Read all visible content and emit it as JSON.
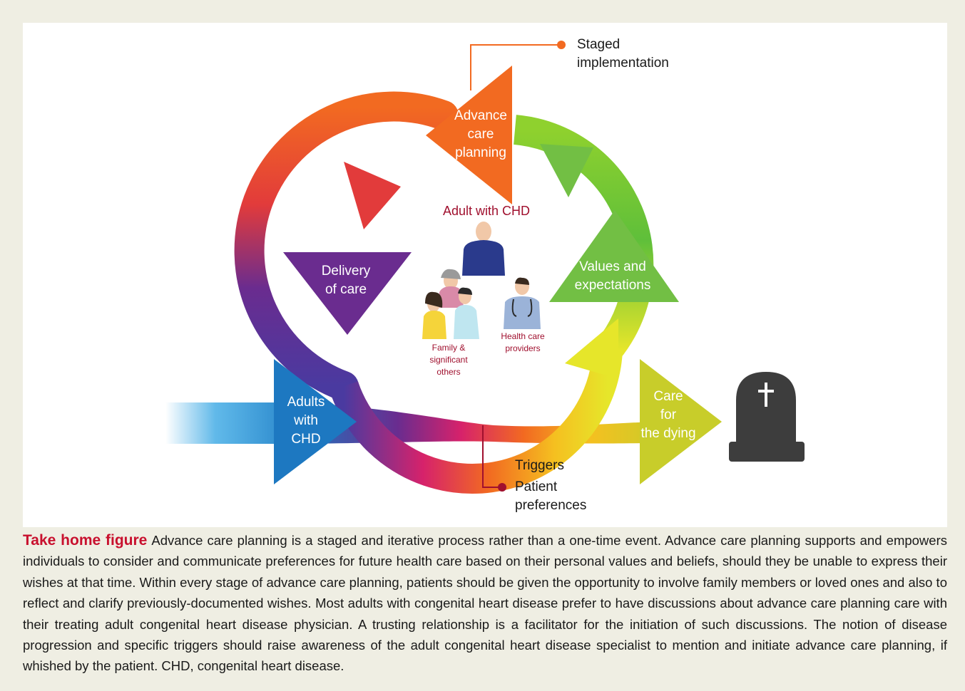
{
  "diagram": {
    "stages": {
      "adults_with_chd": [
        "Adults",
        "with",
        "CHD"
      ],
      "delivery_of_care": [
        "Delivery",
        "of care"
      ],
      "advance_care_planning": [
        "Advance",
        "care",
        "planning"
      ],
      "values_and_expectations": [
        "Values and",
        "expectations"
      ],
      "care_for_the_dying": [
        "Care",
        "for",
        "the dying"
      ]
    },
    "callouts": {
      "staged_implementation": [
        "Staged",
        "implementation"
      ],
      "triggers": "Triggers",
      "patient_preferences": [
        "Patient",
        "preferences"
      ]
    },
    "center": {
      "title": "Adult with CHD",
      "family": [
        "Family &",
        "significant",
        "others"
      ],
      "providers": [
        "Health care",
        "providers"
      ]
    },
    "colors": {
      "orange": "#f26a21",
      "red": "#e23b3b",
      "purple": "#6a2c8f",
      "blue": "#1d78c1",
      "green": "#72bf44",
      "yellow": "#c8cd2a",
      "dark_red": "#a0102e",
      "caption_label": "#c8102e"
    }
  },
  "caption": {
    "label": "Take home figure",
    "text": "Advance care planning is a staged and iterative process rather than a one-time event. Advance care planning supports and empowers individuals to consider and communicate preferences for future health care based on their personal values and beliefs, should they be unable to express their wishes at that time. Within every stage of advance care planning, patients should be given the opportunity to involve family members or loved ones and also to reflect and clarify previously-documented wishes. Most adults with congenital heart disease prefer to have discussions about advance care planning care with their treating adult congenital heart disease physician. A trusting relationship is a facilitator for the initiation of such discussions. The notion of disease progression and specific triggers should raise awareness of the adult congenital heart disease specialist to mention and initiate advance care planning, if whished by the patient. CHD, congenital heart disease."
  }
}
